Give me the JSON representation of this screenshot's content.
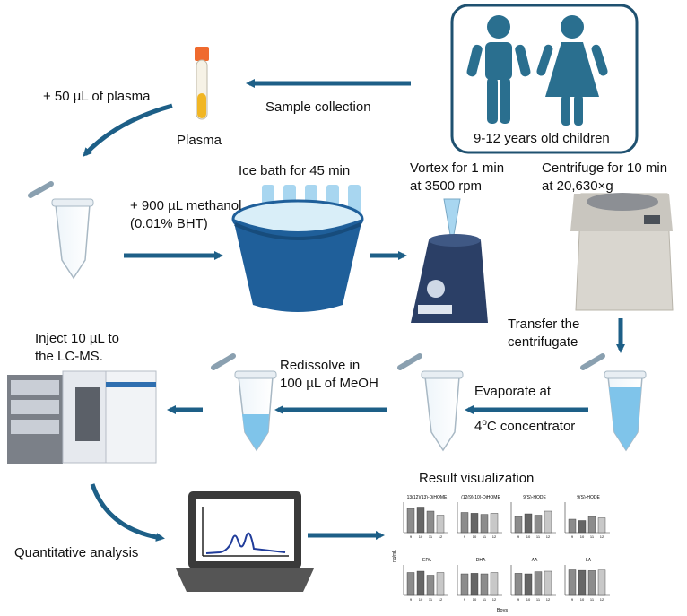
{
  "labels": {
    "plasma_add": "+ 50 µL of plasma",
    "sample_collection": "Sample collection",
    "plasma": "Plasma",
    "children": "9-12 years old children",
    "ice_bath": "Ice bath for 45 min",
    "methanol_line1": "+ 900 µL methanol",
    "methanol_line2": "(0.01% BHT)",
    "vortex_line1": "Vortex for 1 min",
    "vortex_line2": "at 3500 rpm",
    "centrifuge_line1": "Centrifuge for 10 min",
    "centrifuge_line2": "at 20,630×g",
    "transfer_line1": "Transfer the",
    "transfer_line2": "centrifugate",
    "inject_line1": "Inject 10 µL to",
    "inject_line2": "the LC-MS.",
    "redissolve_line1": "Redissolve in",
    "redissolve_line2": "100 µL of MeOH",
    "evaporate_line1": "Evaporate at",
    "evaporate_line2_pre": "4",
    "evaporate_line2_sup": "o",
    "evaporate_line2_post": "C concentrator",
    "result_visualization": "Result visualization",
    "quantitative_analysis": "Quantitative analysis"
  },
  "colors": {
    "arrow": "#1d5f87",
    "tube_liquid": "#7fc4ea",
    "bucket": "#1f5f9a",
    "children": "#2a6f8f",
    "bar": "#8c8c8c"
  },
  "chart_data": {
    "type": "bar",
    "ylabel": "ng/mL",
    "xlabel": "Boys",
    "categories": [
      "9",
      "10",
      "11",
      "12"
    ],
    "panels": [
      {
        "title": "13(12)(13)-DiHOME",
        "values": [
          0.9,
          0.95,
          0.8,
          0.65
        ]
      },
      {
        "title": "(12(9)(10)-DiHOME",
        "values": [
          0.75,
          0.72,
          0.68,
          0.72
        ]
      },
      {
        "title": "9(S)-HODE",
        "values": [
          0.6,
          0.7,
          0.65,
          0.8
        ]
      },
      {
        "title": "9(S)-HODE",
        "values": [
          0.5,
          0.45,
          0.6,
          0.55
        ]
      },
      {
        "title": "EPA",
        "values": [
          0.85,
          0.9,
          0.75,
          0.85
        ]
      },
      {
        "title": "DHA",
        "values": [
          0.8,
          0.82,
          0.8,
          0.85
        ]
      },
      {
        "title": "AA",
        "values": [
          0.82,
          0.8,
          0.88,
          0.9
        ]
      },
      {
        "title": "LA",
        "values": [
          0.95,
          0.93,
          0.92,
          0.94
        ]
      }
    ]
  }
}
